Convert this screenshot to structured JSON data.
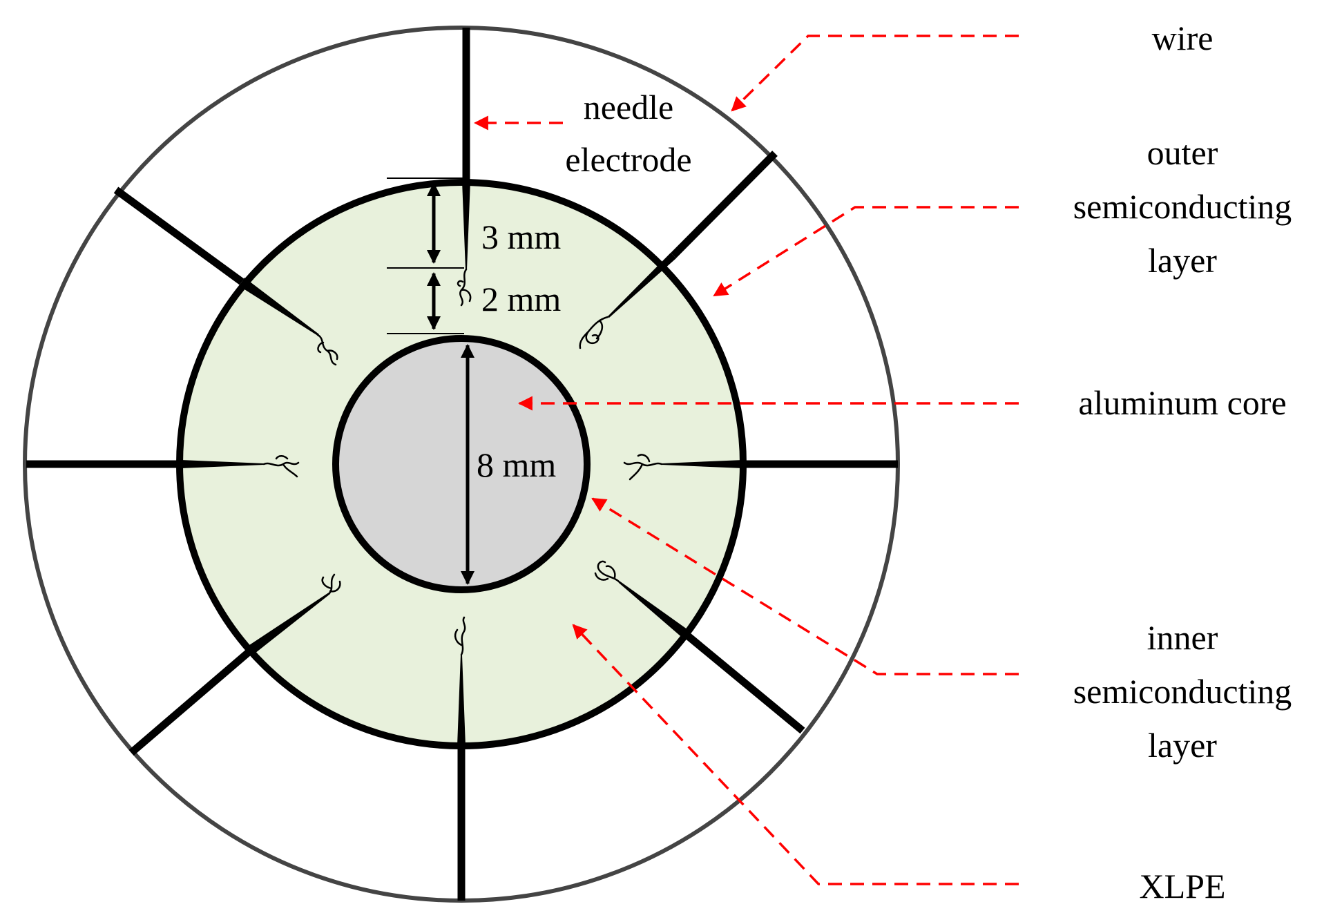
{
  "labels": {
    "wire": "wire",
    "needle_1": "needle",
    "needle_2": "electrode",
    "outer_1": "outer",
    "outer_2": "semiconducting",
    "outer_3": "layer",
    "aluminum_core": "aluminum core",
    "inner_1": "inner",
    "inner_2": "semiconducting",
    "inner_3": "layer",
    "xlpe": "XLPE"
  },
  "dimensions": {
    "d3": "3 mm",
    "d2": "2 mm",
    "d8": "8 mm"
  },
  "colors": {
    "xlpe_fill": "#e8f1dc",
    "core_fill": "#d6d6d6",
    "leader": "#ff0000",
    "outline": "#000000"
  }
}
